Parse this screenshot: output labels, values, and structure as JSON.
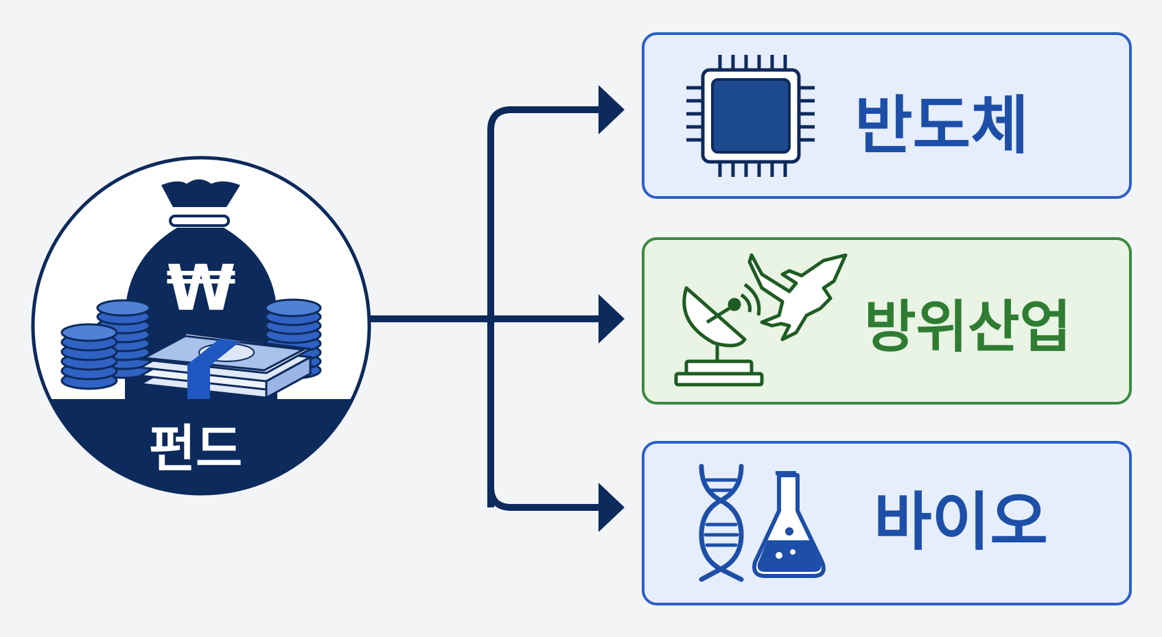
{
  "fund": {
    "label": "펀드",
    "currency_symbol": "₩",
    "icon": "money-bag-coins-cash-icon"
  },
  "targets": [
    {
      "label": "반도체",
      "icon": "microchip-icon",
      "color": "#1d4fa8",
      "box_fill": "#e6eefb",
      "box_stroke": "#2c5fc7"
    },
    {
      "label": "방위산업",
      "icon": "satellite-dish-fighter-jet-icon",
      "color": "#2e7d32",
      "box_fill": "#e9f4e4",
      "box_stroke": "#3a8a3f"
    },
    {
      "label": "바이오",
      "icon": "dna-flask-icon",
      "color": "#1d4fa8",
      "box_fill": "#e6eefb",
      "box_stroke": "#2c5fc7"
    }
  ],
  "colors": {
    "navy": "#0d2a5c",
    "blue": "#1d4fa8",
    "green": "#2e7d32",
    "background": "#f3f4f6"
  }
}
